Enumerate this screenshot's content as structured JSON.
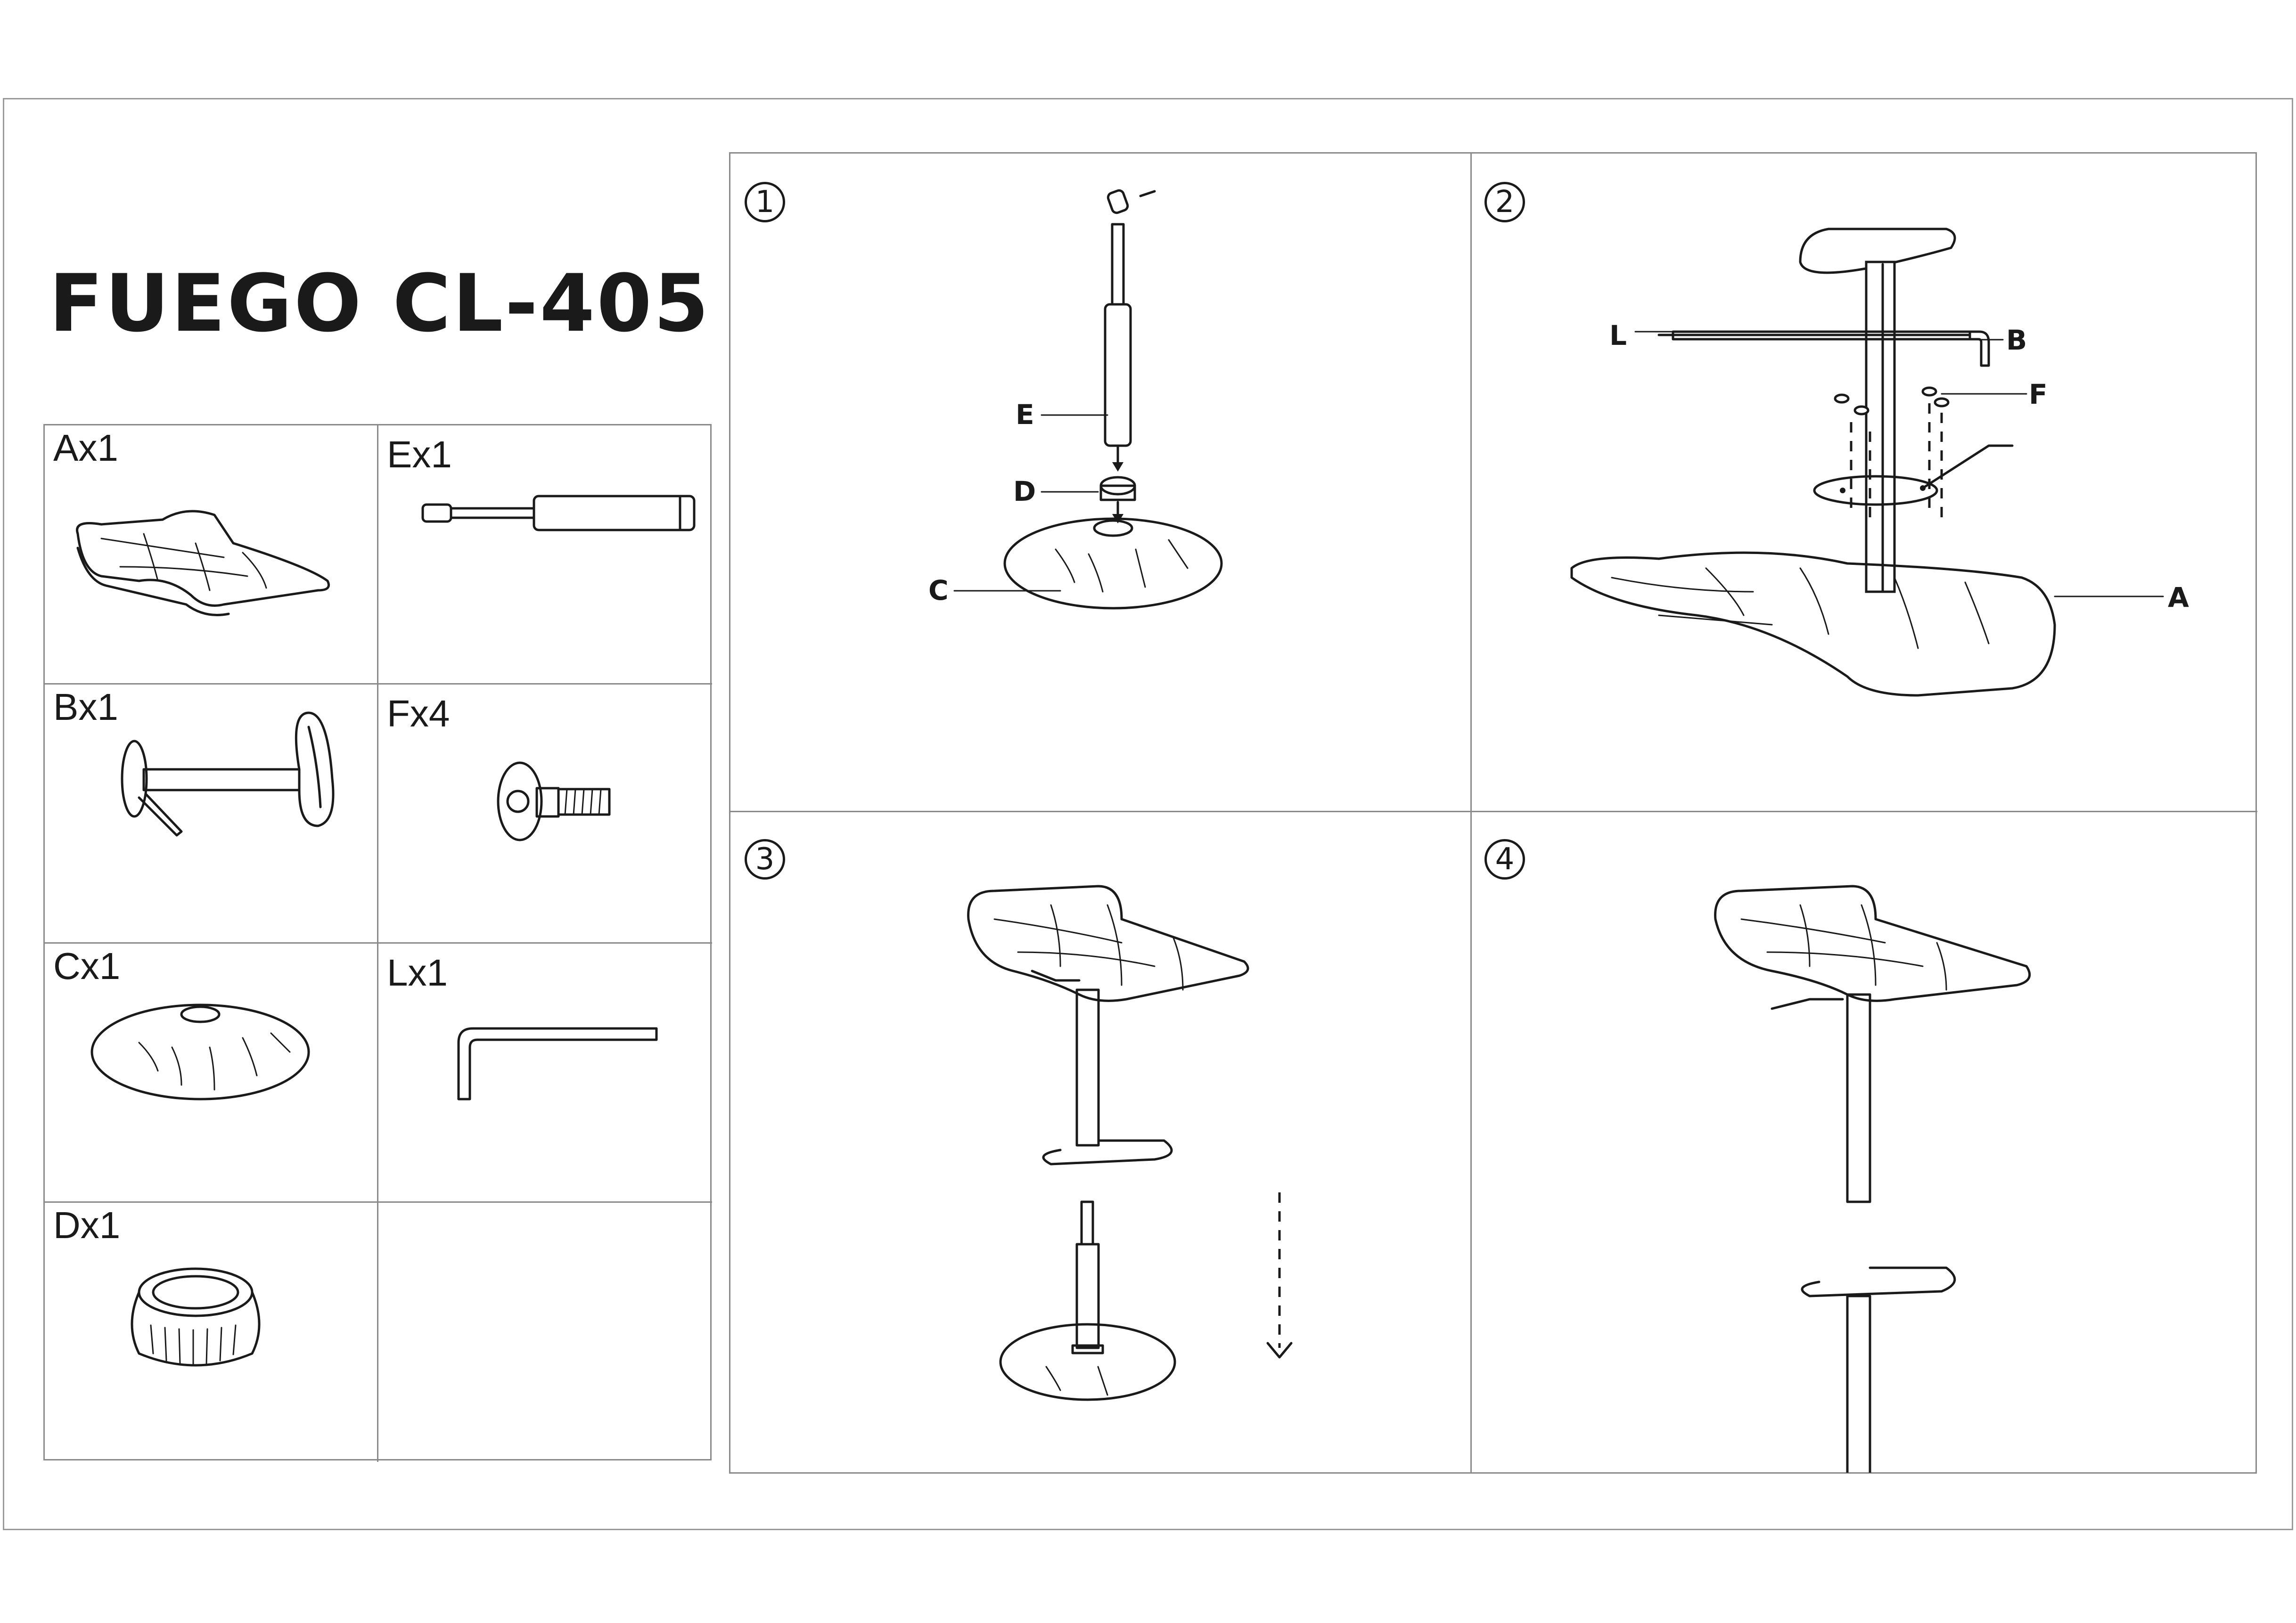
{
  "title": "FUEGO CL-405",
  "parts": [
    {
      "label": "Ax1",
      "icon": "seat-icon"
    },
    {
      "label": "Ex1",
      "icon": "gas-cylinder-icon"
    },
    {
      "label": "Bx1",
      "icon": "column-footrest-icon"
    },
    {
      "label": "Fx4",
      "icon": "screw-icon"
    },
    {
      "label": "Cx1",
      "icon": "base-plate-icon"
    },
    {
      "label": "Lx1",
      "icon": "allen-key-icon"
    },
    {
      "label": "Dx1",
      "icon": "base-ring-icon"
    },
    {
      "label": "",
      "icon": ""
    }
  ],
  "steps": [
    {
      "number": "1",
      "callouts": {
        "e": "E",
        "d": "D",
        "c": "C"
      }
    },
    {
      "number": "2",
      "callouts": {
        "l": "L",
        "b": "B",
        "f": "F",
        "a": "A"
      }
    },
    {
      "number": "3"
    },
    {
      "number": "4"
    }
  ]
}
